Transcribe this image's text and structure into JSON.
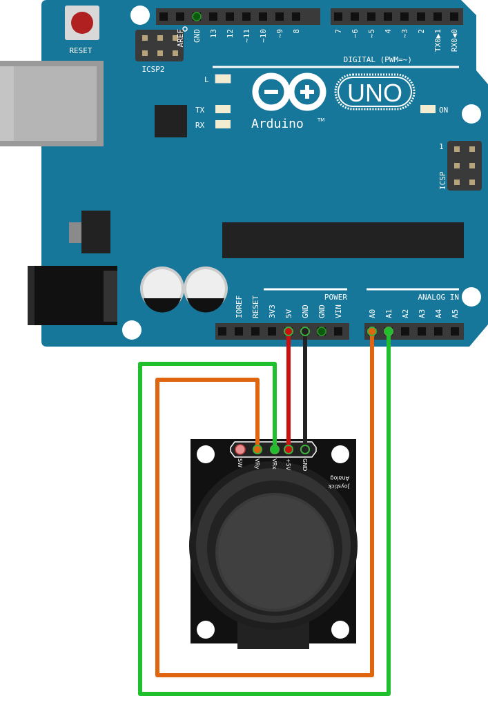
{
  "board": {
    "name": "UNO",
    "brand": "Arduino",
    "trademark": "TM",
    "reset_label": "RESET",
    "icsp2_label": "ICSP2",
    "icsp_label": "ICSP",
    "icsp_pin1": "1",
    "led_l": "L",
    "led_tx": "TX",
    "led_rx": "RX",
    "led_on": "ON",
    "digital_title": "DIGITAL (PWM=~)",
    "power_title": "POWER",
    "analog_title": "ANALOG IN",
    "digital_pins_left": [
      "",
      "AREF",
      "GND",
      "13",
      "12",
      "~11",
      "~10",
      "~9",
      "8"
    ],
    "digital_pins_right": [
      "7",
      "~6",
      "~5",
      "4",
      "~3",
      "2",
      "TX0▶1",
      "RX0◀0"
    ],
    "power_pins": [
      "",
      "IOREF",
      "RESET",
      "3V3",
      "5V",
      "GND",
      "GND",
      "VIN"
    ],
    "analog_pins": [
      "A0",
      "A1",
      "A2",
      "A3",
      "A4",
      "A5"
    ]
  },
  "joystick": {
    "title_line1": "Analog",
    "title_line2": "Joystick",
    "pins": [
      "SW",
      "VRy",
      "VRx",
      "+5V",
      "GND"
    ]
  },
  "colors": {
    "board": "#17779a",
    "wire_green": "#1fbf2e",
    "wire_orange": "#e0650f",
    "wire_red": "#cc1010",
    "wire_black": "#222222"
  },
  "connections": [
    {
      "from": "A1",
      "to": "VRx",
      "color": "green"
    },
    {
      "from": "A0",
      "to": "VRy",
      "color": "orange"
    },
    {
      "from": "5V",
      "to": "+5V",
      "color": "red"
    },
    {
      "from": "GND",
      "to": "GND",
      "color": "black"
    }
  ]
}
